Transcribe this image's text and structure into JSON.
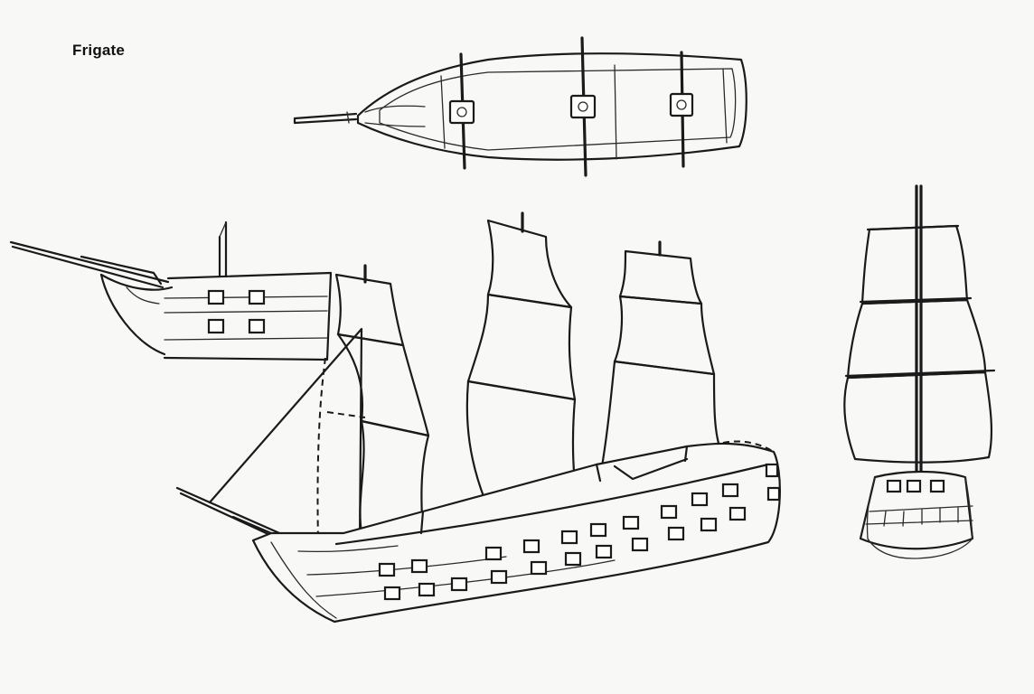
{
  "drawing": {
    "title": "Frigate"
  },
  "views": [
    {
      "name": "top-view",
      "icon": "ship-top-view"
    },
    {
      "name": "bow-view",
      "icon": "ship-bow-view"
    },
    {
      "name": "side-view",
      "icon": "ship-side-view"
    },
    {
      "name": "stern-view",
      "icon": "ship-stern-view"
    }
  ],
  "colors": {
    "paper": "#f8f8f6",
    "ink": "#1a1a1a"
  }
}
